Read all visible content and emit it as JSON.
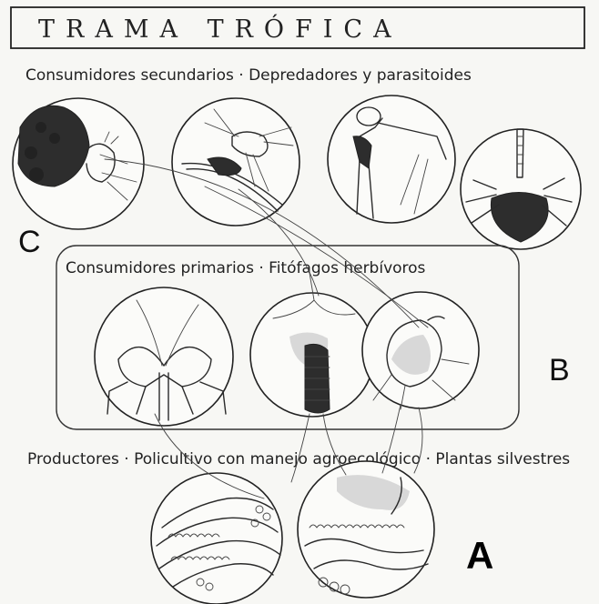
{
  "title": "TRAMA TRÓFICA",
  "levels": {
    "secondary": {
      "heading": "Consumidores secundarios · Depredadores y parasitoides"
    },
    "primary": {
      "heading": "Consumidores primarios · Fitófagos herbívoros"
    },
    "producers": {
      "heading": "Productores · Policultivo con manejo agroecológico · Plantas silvestres"
    }
  },
  "labels": {
    "c": "C",
    "b": "B",
    "a": "A"
  },
  "colors": {
    "ink": "#222222",
    "paper": "#f7f7f4",
    "wash": "#cfcfcf"
  }
}
